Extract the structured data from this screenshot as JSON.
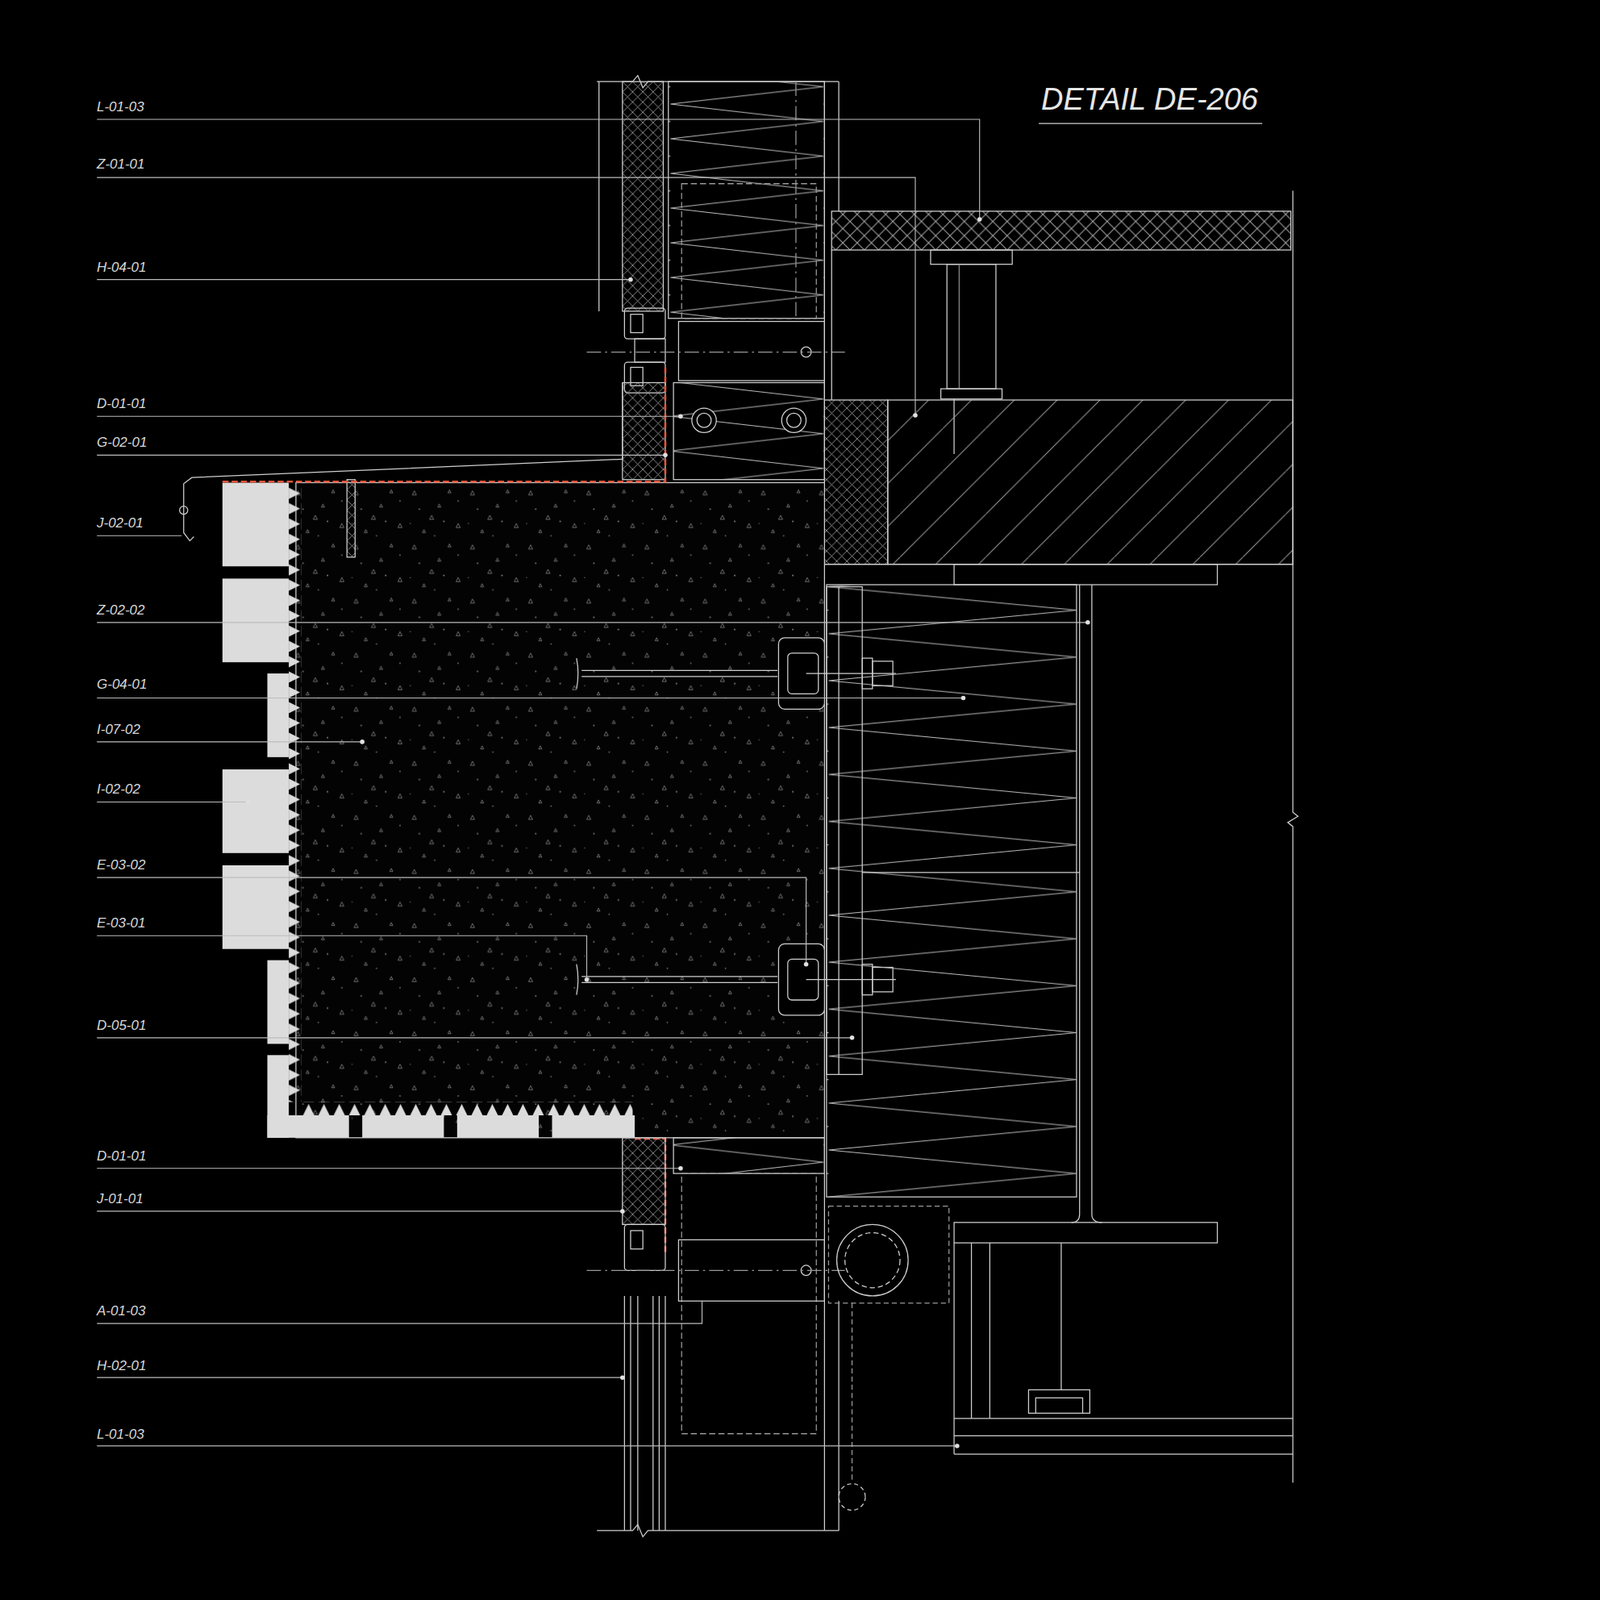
{
  "diagram": {
    "title": "DETAIL DE-206",
    "labels": [
      "L-01-03",
      "Z-01-01",
      "H-04-01",
      "D-01-01",
      "G-02-01",
      "J-02-01",
      "Z-02-02",
      "G-04-01",
      "I-07-02",
      "I-02-02",
      "E-03-02",
      "E-03-01",
      "D-05-01",
      "D-01-01",
      "J-01-01",
      "A-01-03",
      "H-02-01",
      "L-01-03"
    ]
  }
}
